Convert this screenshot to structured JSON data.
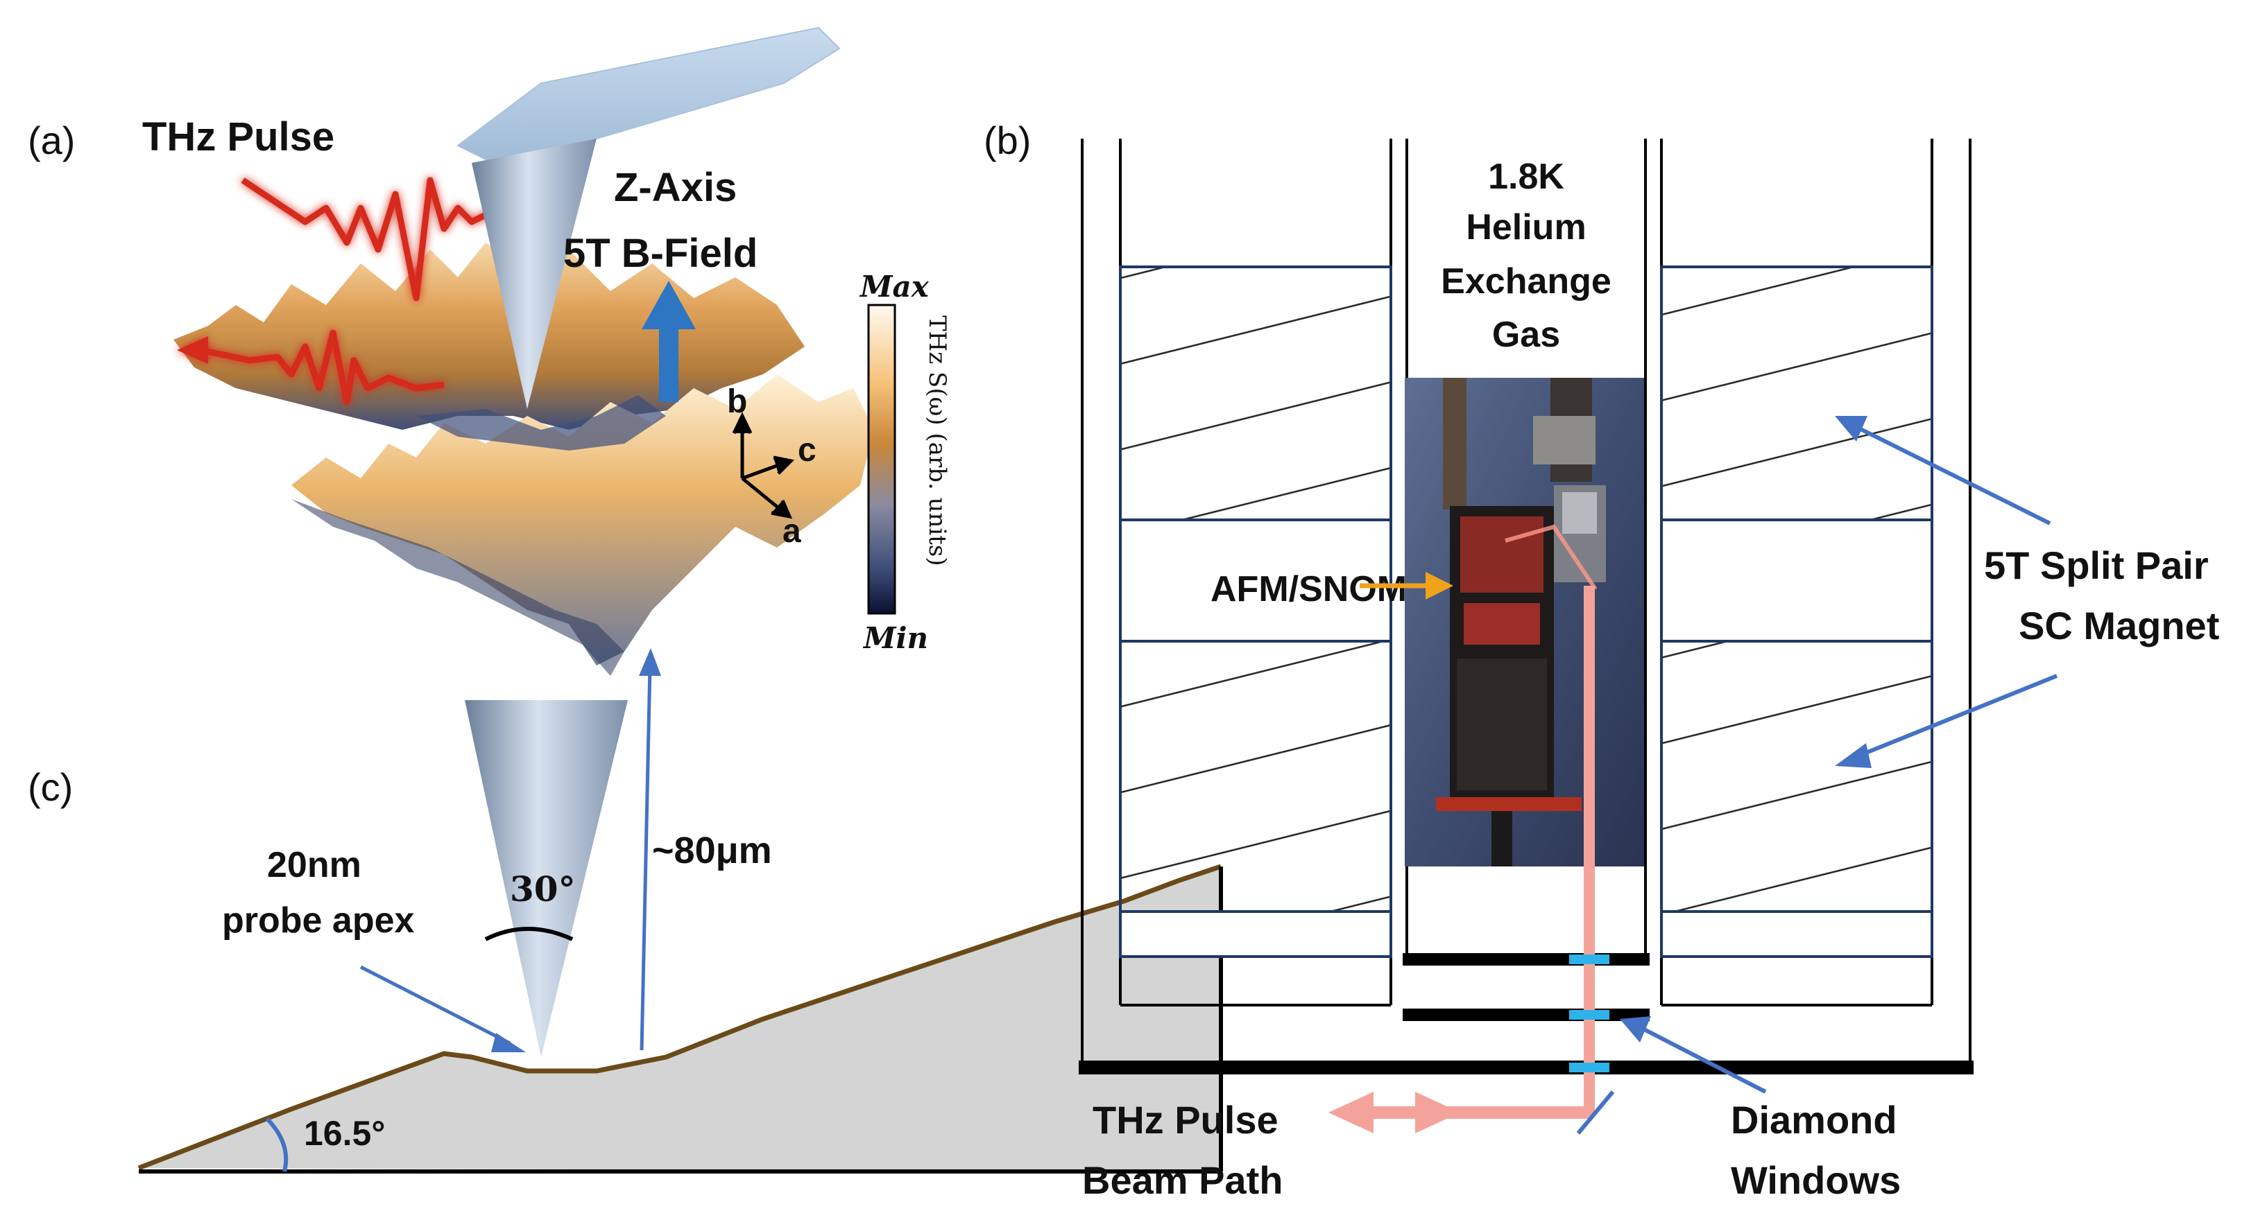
{
  "panel_a": {
    "tag": "(a)",
    "thz_pulse": "THz Pulse",
    "z_axis": "Z-Axis",
    "b_field": "5T B-Field",
    "axis_b": "b",
    "axis_c": "c",
    "axis_a": "a",
    "colorbar": {
      "max": "Max",
      "min": "Min",
      "label": "THz S(ω) (arb. units)",
      "colors": [
        "#fffaf0",
        "#f6c27a",
        "#c9873a",
        "#8a8aa0",
        "#3f4f7a",
        "#0b1030"
      ]
    }
  },
  "panel_c": {
    "tag": "(c)",
    "apex_line1": "20nm",
    "apex_line2": "probe apex",
    "tip_angle": "30°",
    "height": "~80μm",
    "slope_angle": "16.5°"
  },
  "panel_b": {
    "tag": "(b)",
    "gas_lines": [
      "1.8K",
      "Helium",
      "Exchange",
      "Gas"
    ],
    "afm": "AFM/SNOM",
    "magnet_line1": "5T Split Pair",
    "magnet_line2": "SC Magnet",
    "beam_line1": "THz Pulse",
    "beam_line2": "Beam Path",
    "windows_line1": "Diamond",
    "windows_line2": "Windows"
  },
  "colors": {
    "magnet_outline": "#1f3864",
    "arrow_blue": "#4472c4",
    "beam": "#f4a39b",
    "window": "#2db3ea",
    "afm_arrow": "#f0a21a",
    "pulse_red": "#d62b1e",
    "surface_brown": "#6b4a1a",
    "sample_fill": "#d4d4d4"
  }
}
